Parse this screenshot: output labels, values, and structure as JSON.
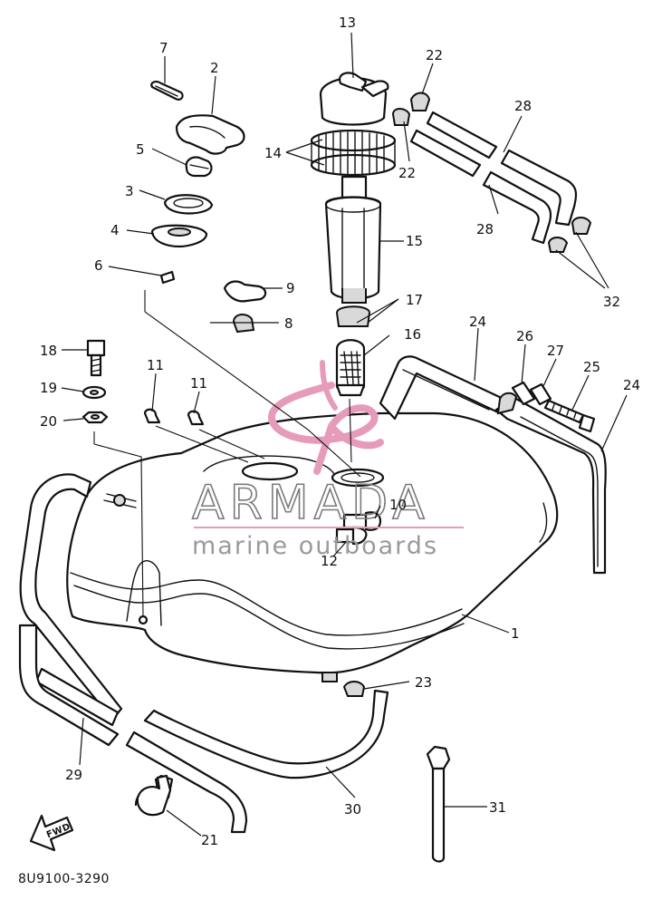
{
  "diagram": {
    "code": "8U9100-3290",
    "fwd_label": "FWD",
    "callouts": {
      "c1": "1",
      "c2": "2",
      "c3": "3",
      "c4": "4",
      "c5": "5",
      "c6": "6",
      "c7": "7",
      "c8": "8",
      "c9": "9",
      "c10": "10",
      "c11a": "11",
      "c11b": "11",
      "c12": "12",
      "c13": "13",
      "c14": "14",
      "c15": "15",
      "c16": "16",
      "c17": "17",
      "c18": "18",
      "c19": "19",
      "c20": "20",
      "c21": "21",
      "c22a": "22",
      "c22b": "22",
      "c23": "23",
      "c24a": "24",
      "c24b": "24",
      "c25": "25",
      "c26": "26",
      "c27": "27",
      "c28a": "28",
      "c28b": "28",
      "c29": "29",
      "c30": "30",
      "c31": "31",
      "c32": "32"
    }
  },
  "watermark": {
    "brand": "ARMADA",
    "tagline": "marine outboards",
    "brand_color": "#e79bbb"
  }
}
